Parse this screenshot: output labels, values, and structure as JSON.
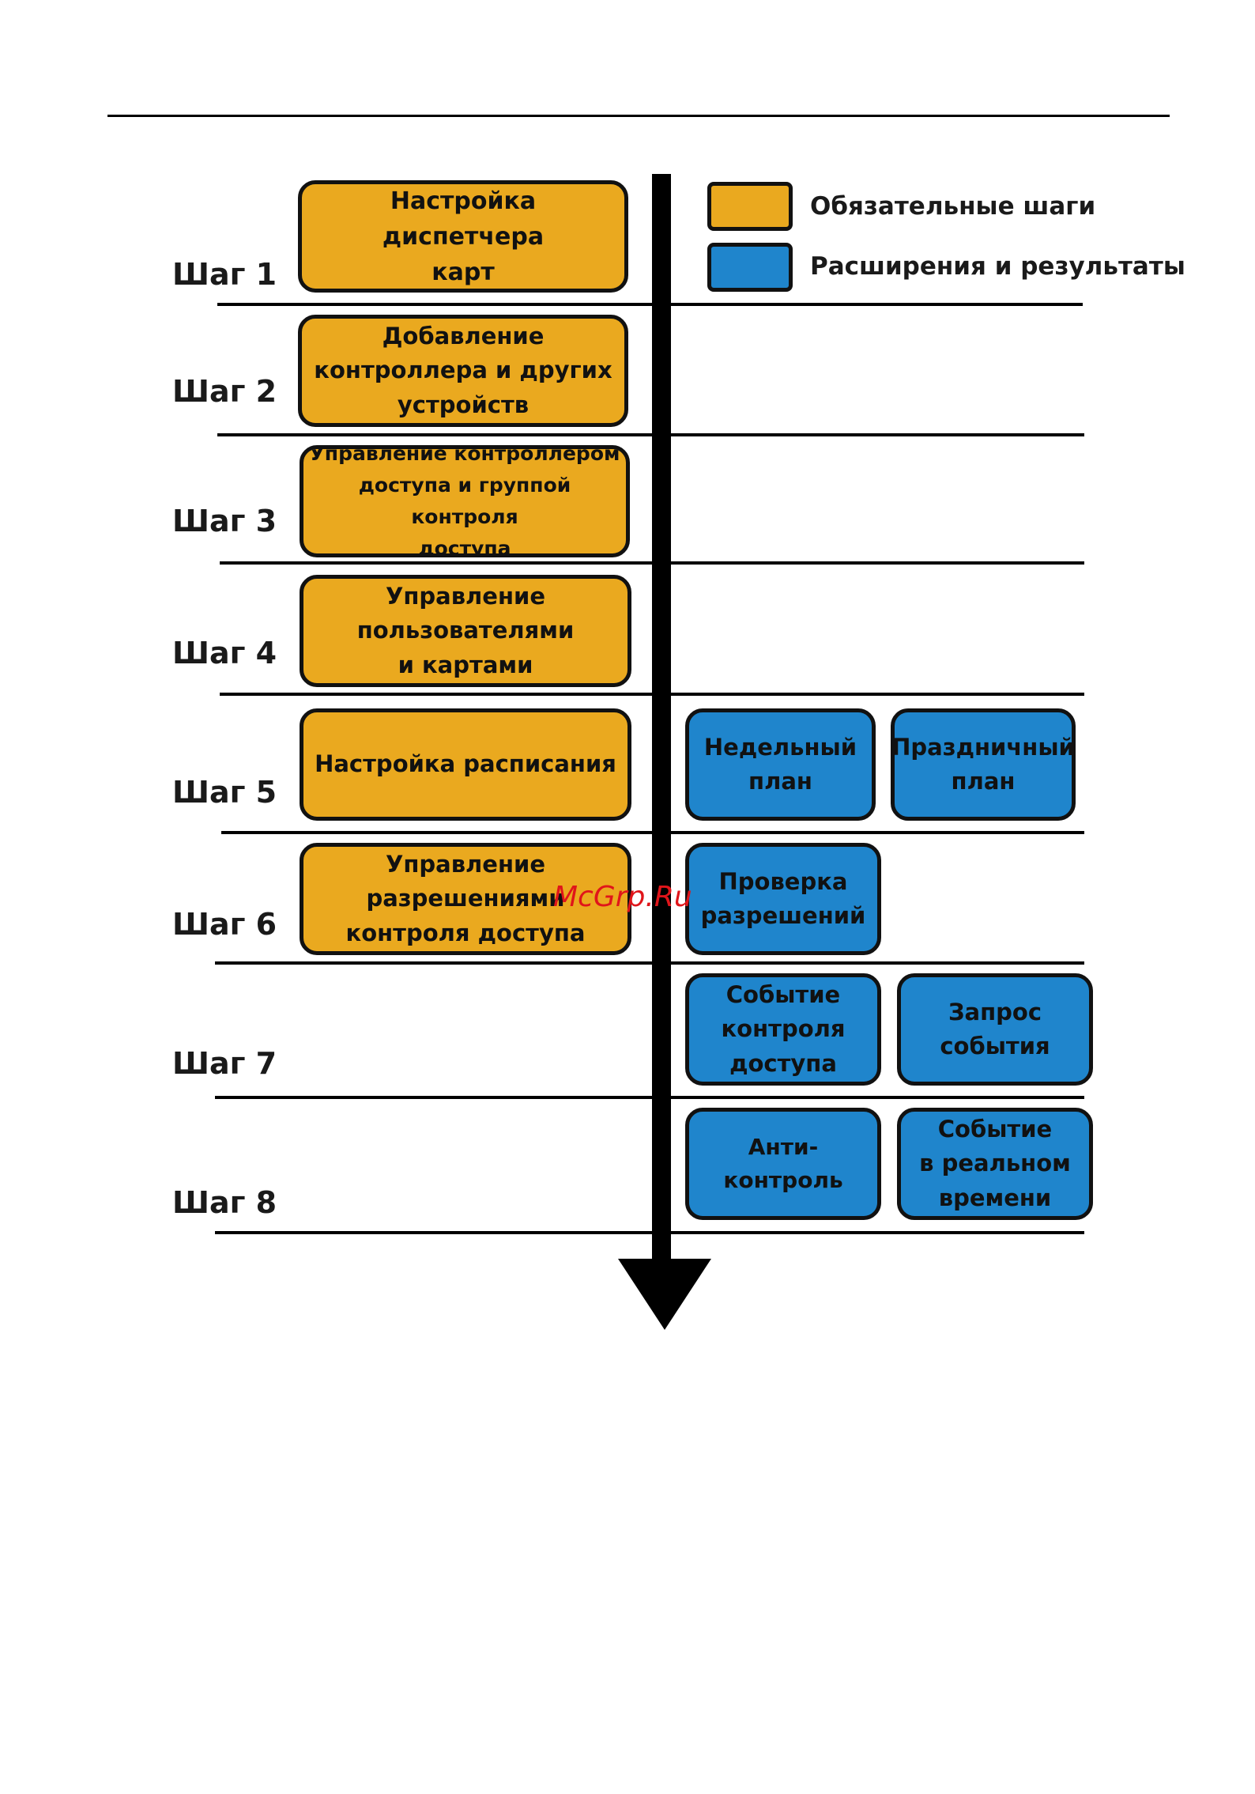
{
  "legend": {
    "required": {
      "label": "Обязательные шаги",
      "color": "#eaa91f"
    },
    "extensions": {
      "label": "Расширения и результаты",
      "color": "#1f85cc"
    }
  },
  "steps": [
    {
      "label": "Шаг 1",
      "main": "Настройка диспетчера\nкарт",
      "ext": []
    },
    {
      "label": "Шаг 2",
      "main": "Добавление\nконтроллера и других\nустройств",
      "ext": []
    },
    {
      "label": "Шаг 3",
      "main": "Управление контроллером\nдоступа и группой контроля\nдоступа",
      "ext": []
    },
    {
      "label": "Шаг 4",
      "main": "Управление\nпользователями\nи картами",
      "ext": []
    },
    {
      "label": "Шаг 5",
      "main": "Настройка расписания",
      "ext": [
        "Недельный\nплан",
        "Праздничный\nплан"
      ]
    },
    {
      "label": "Шаг 6",
      "main": "Управление\nразрешениями\nконтроля доступа",
      "ext": [
        "Проверка\nразрешений"
      ]
    },
    {
      "label": "Шаг 7",
      "main": "",
      "ext": [
        "Событие\nконтроля\nдоступа",
        "Запрос\nсобытия"
      ]
    },
    {
      "label": "Шаг 8",
      "main": "",
      "ext": [
        "Анти-контроль",
        "Событие\nв реальном\nвремени"
      ]
    }
  ],
  "watermark": "McGrp.Ru"
}
